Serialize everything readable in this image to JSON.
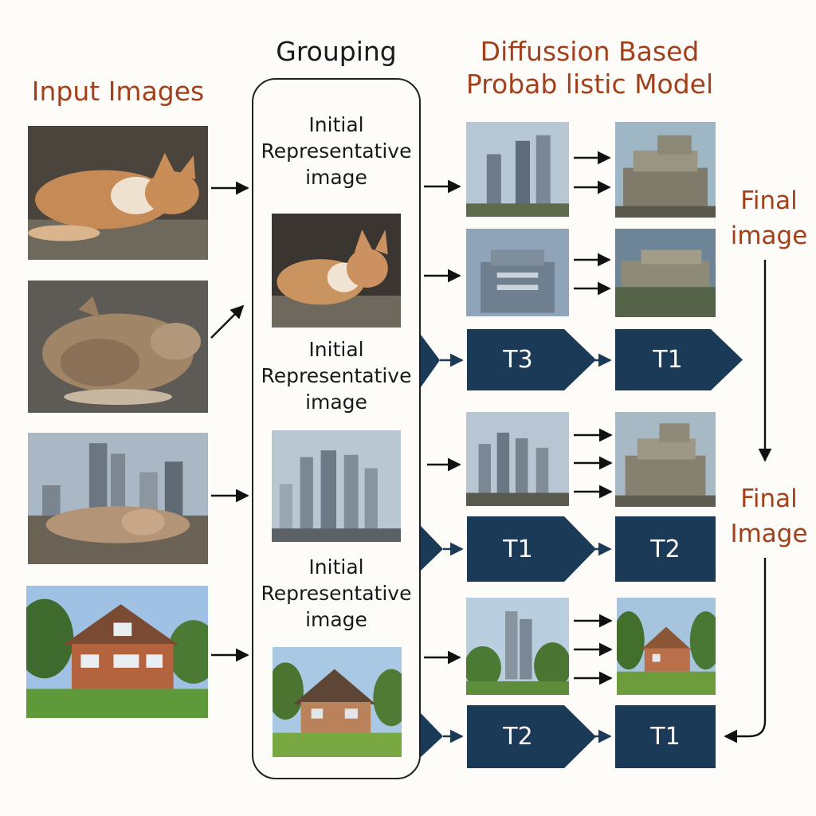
{
  "headers": {
    "input_images": "Input Images",
    "grouping": "Grouping",
    "model_line1": "Diffussion Based",
    "model_line2": "Probab listic Model"
  },
  "representative": {
    "line1": "Initial",
    "line2": "Representative",
    "line3": "image"
  },
  "tokens": {
    "row1_a": "T3",
    "row1_b": "T1",
    "row2_a": "T1",
    "row2_b": "T2",
    "row3_a": "T2",
    "row3_b": "T1"
  },
  "final": {
    "label1_line1": "Final",
    "label1_line2": "image",
    "label2_line1": "Final",
    "label2_line2": "Image"
  },
  "colors": {
    "accent_rust": "#a3401c",
    "token_navy": "#1b3a57",
    "text_dark": "#1a1a1a"
  },
  "images": {
    "input": [
      "cat-photo",
      "blurry-cat-photo",
      "city-with-cat-photo",
      "brick-house-photo"
    ],
    "representative": [
      "cat-photo",
      "city-skyline-photo",
      "cottage-photo"
    ],
    "generated": [
      "skyscrapers-photo",
      "rock-formation-photo",
      "office-building-photo",
      "rock-ledge-photo",
      "skyscrapers-photo",
      "rock-formation-photo",
      "towers-in-trees-photo",
      "cottage-photo"
    ]
  }
}
